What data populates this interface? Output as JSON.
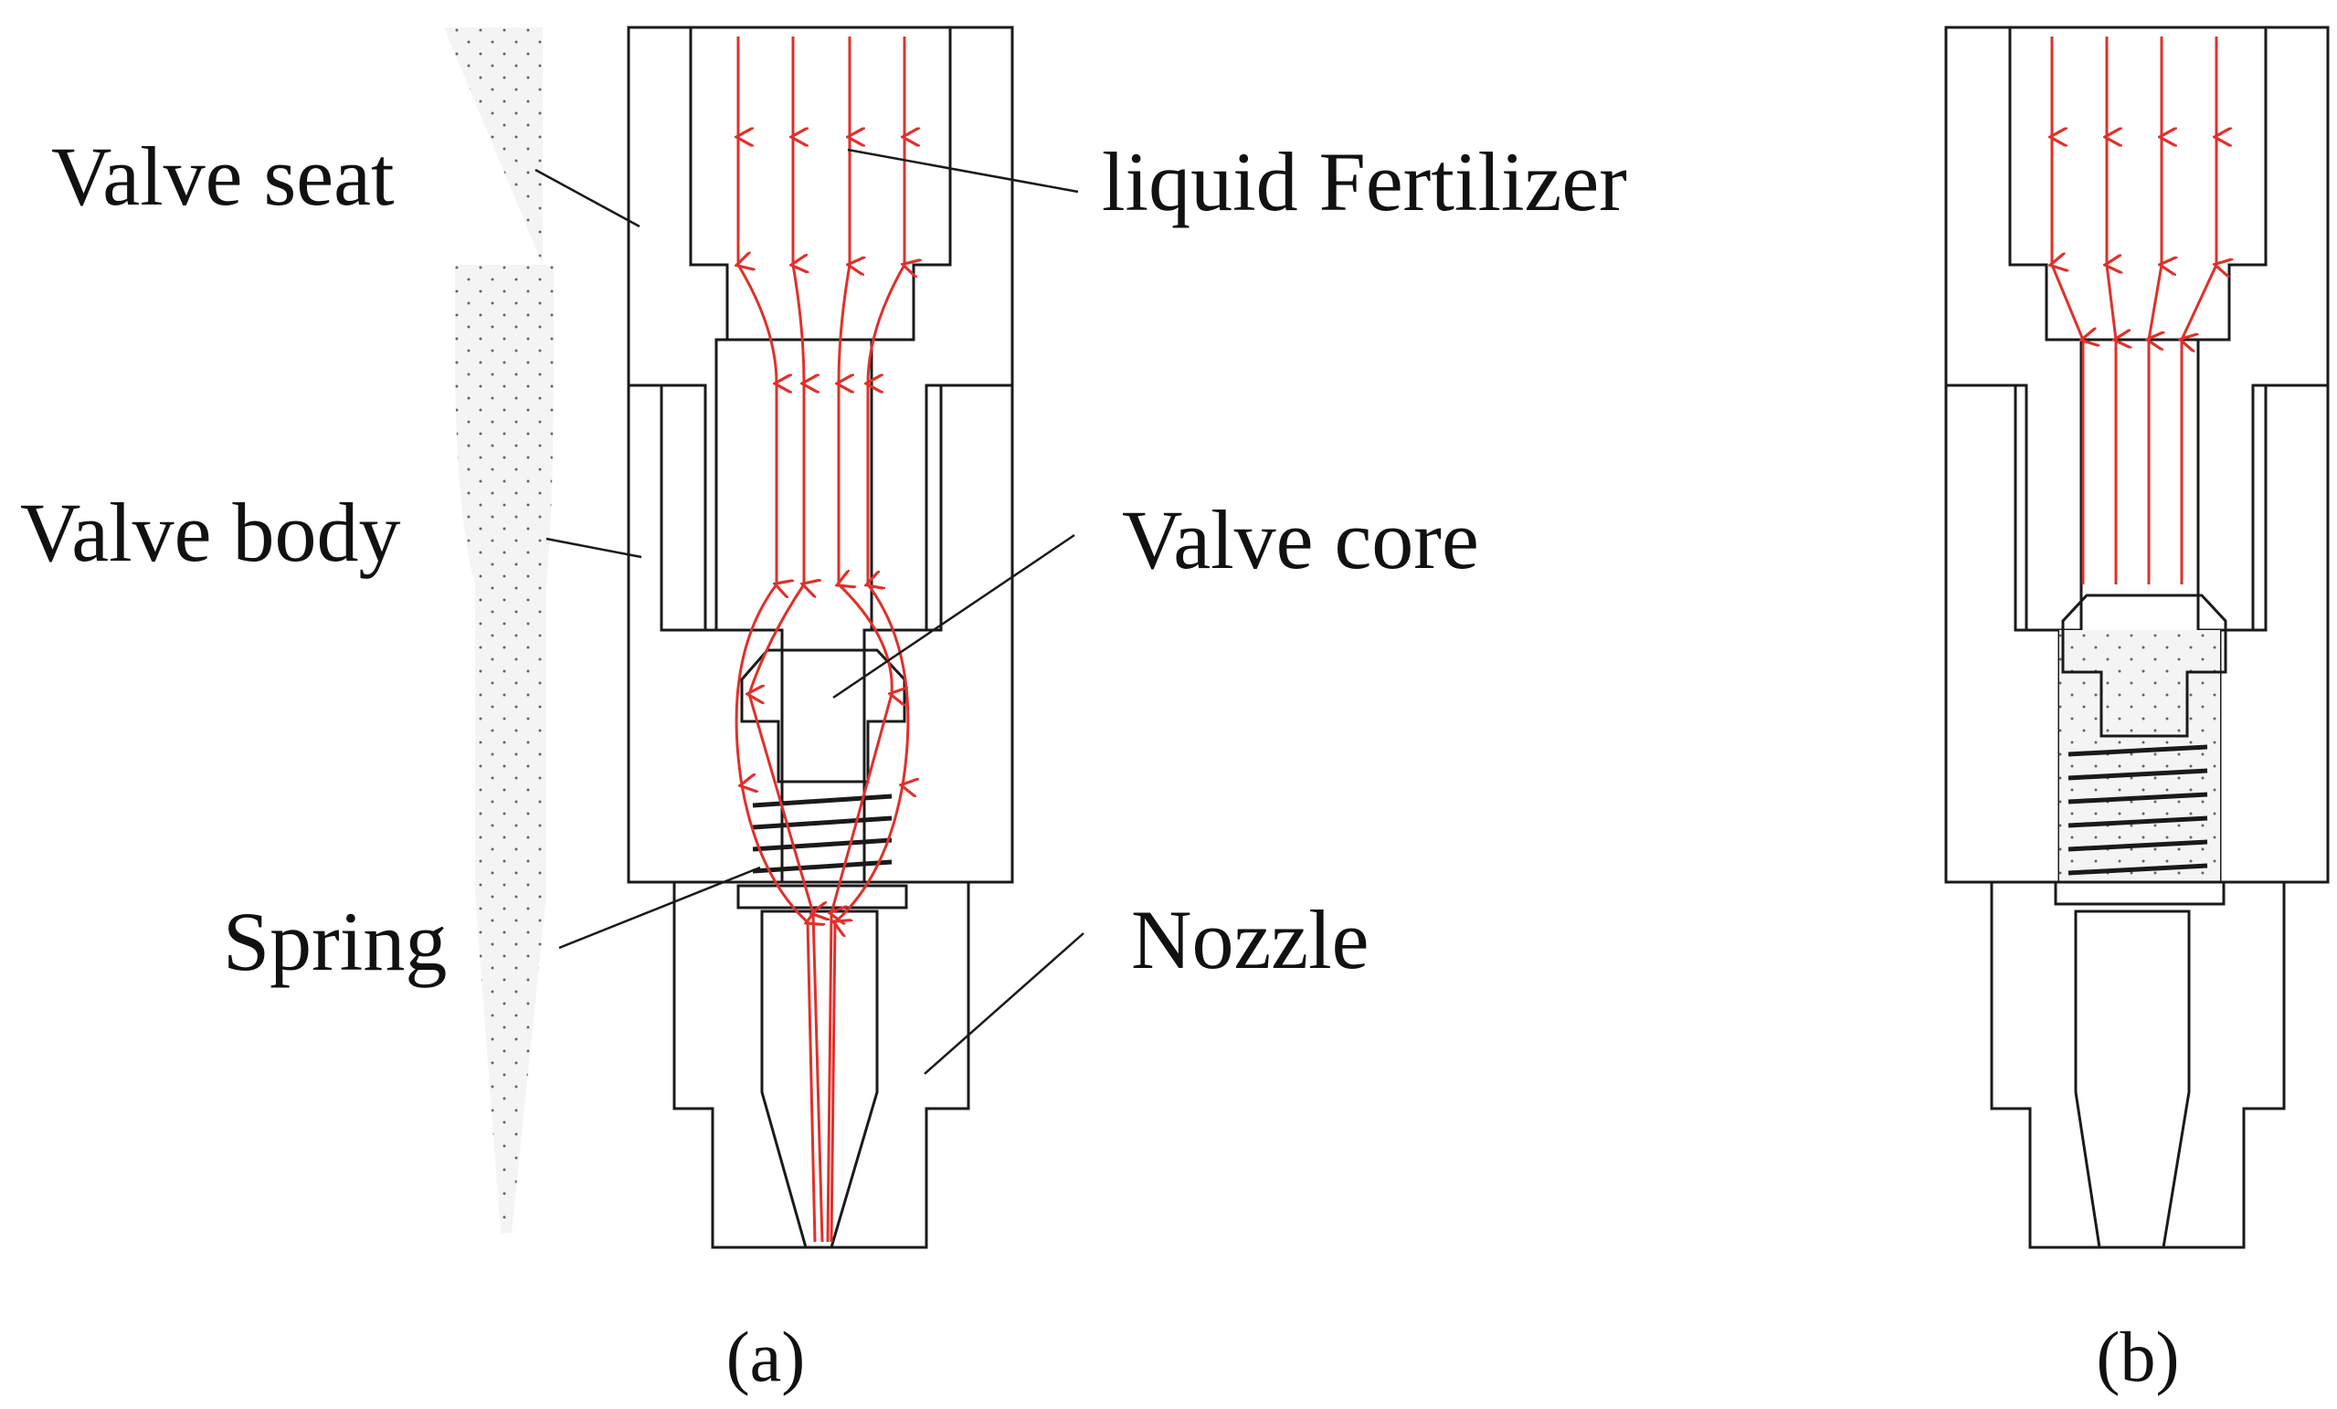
{
  "labels": {
    "valve_seat": "Valve seat",
    "liquid_fertilizer": "liquid Fertilizer",
    "valve_body": "Valve body",
    "valve_core": "Valve core",
    "spring": "Spring",
    "nozzle": "Nozzle"
  },
  "captions": {
    "a": "(a)",
    "b": "(b)"
  },
  "colors": {
    "flow_lines": "#e0302a",
    "outline": "#1a1a1a",
    "background": "#ffffff"
  }
}
